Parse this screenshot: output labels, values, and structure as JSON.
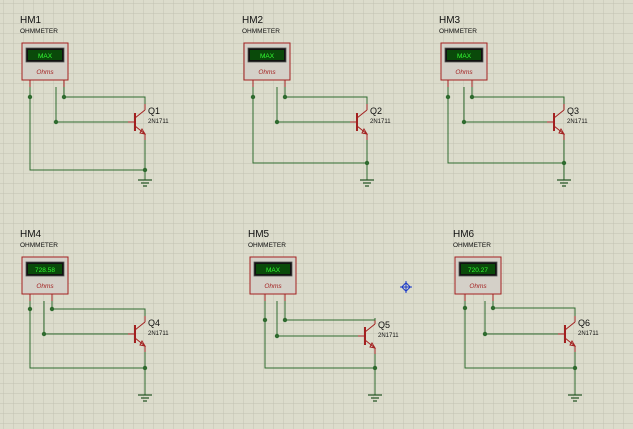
{
  "schematic": {
    "units_label": "Ohms",
    "colors": {
      "background": "#dcdccc",
      "grid": "#c2c2b2",
      "wire": "#2f6b2f",
      "component_outline": "#a32020",
      "meter_body": "#d4d0c8",
      "display_bg": "#0a4a0a",
      "display_text": "#33ff33",
      "ground": "#1f4f1f",
      "cursor": "#1a3ac8"
    },
    "meters": [
      {
        "id": "HM1",
        "type": "OHMMETER",
        "reading": "MAX",
        "units": "Ohms",
        "transistor": {
          "ref": "Q1",
          "part": "2N1711"
        }
      },
      {
        "id": "HM2",
        "type": "OHMMETER",
        "reading": "MAX",
        "units": "Ohms",
        "transistor": {
          "ref": "Q2",
          "part": "2N1711"
        }
      },
      {
        "id": "HM3",
        "type": "OHMMETER",
        "reading": "MAX",
        "units": "Ohms",
        "transistor": {
          "ref": "Q3",
          "part": "2N1711"
        }
      },
      {
        "id": "HM4",
        "type": "OHMMETER",
        "reading": "728.58",
        "units": "Ohms",
        "transistor": {
          "ref": "Q4",
          "part": "2N1711"
        }
      },
      {
        "id": "HM5",
        "type": "OHMMETER",
        "reading": "MAX",
        "units": "Ohms",
        "transistor": {
          "ref": "Q5",
          "part": "2N1711"
        }
      },
      {
        "id": "HM6",
        "type": "OHMMETER",
        "reading": "720.27",
        "units": "Ohms",
        "transistor": {
          "ref": "Q6",
          "part": "2N1711"
        }
      }
    ]
  }
}
